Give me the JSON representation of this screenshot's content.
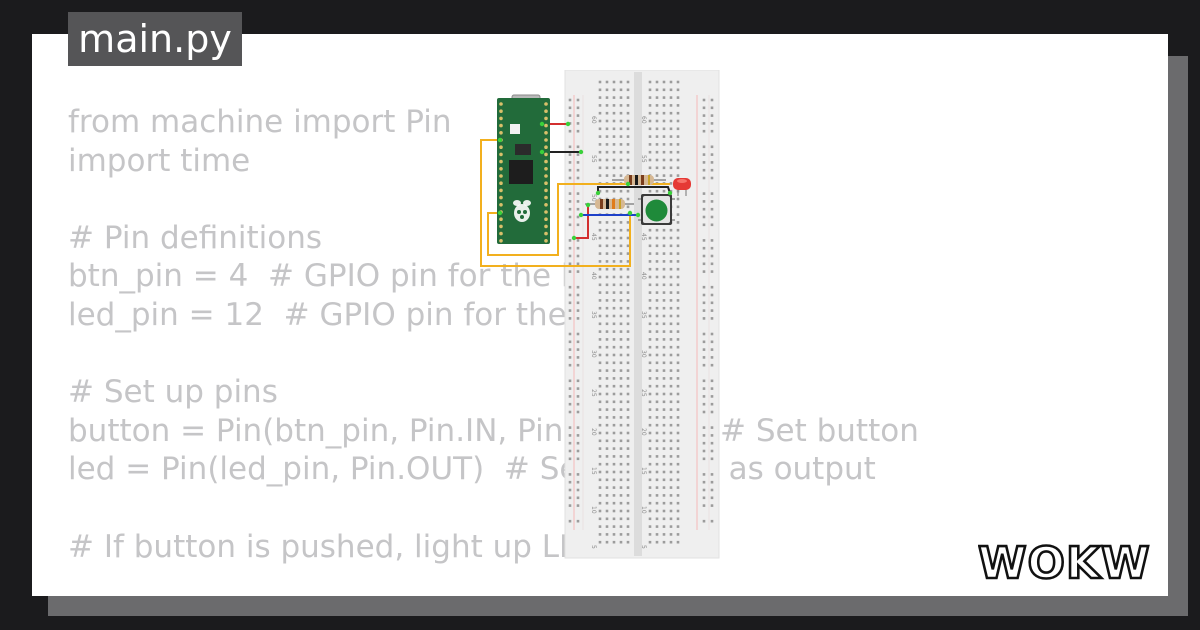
{
  "tab": {
    "filename": "main.py"
  },
  "code_lines": [
    "from machine import Pin",
    "import time",
    "",
    "# Pin definitions",
    "btn_pin = 4  # GPIO pin for the bu",
    "led_pin = 12  # GPIO pin for the L",
    "",
    "# Set up pins",
    "button = Pin(btn_pin, Pin.IN, Pin.P             # Set button",
    "led = Pin(led_pin, Pin.OUT)  # Set              as output",
    "",
    "# If button is pushed, light up LED"
  ],
  "breadboard_row_labels": [
    "60",
    "55",
    "50",
    "45",
    "40",
    "35",
    "30",
    "25",
    "20",
    "15",
    "10",
    "5",
    "1"
  ],
  "brand": {
    "name": "WOKWI"
  },
  "icons": {
    "board": "raspberry-pi-logo-icon"
  },
  "colors": {
    "background": "#1b1b1d",
    "card": "#ffffff",
    "tab": "#555557",
    "code_text": "#c5c5c7",
    "pcb": "#226b3a",
    "led": "#e53935",
    "button_cap": "#1f8a3a",
    "wire_red": "#d32f2f",
    "wire_black": "#222222",
    "wire_yellow": "#f2b01e",
    "wire_blue": "#1e40c8"
  }
}
